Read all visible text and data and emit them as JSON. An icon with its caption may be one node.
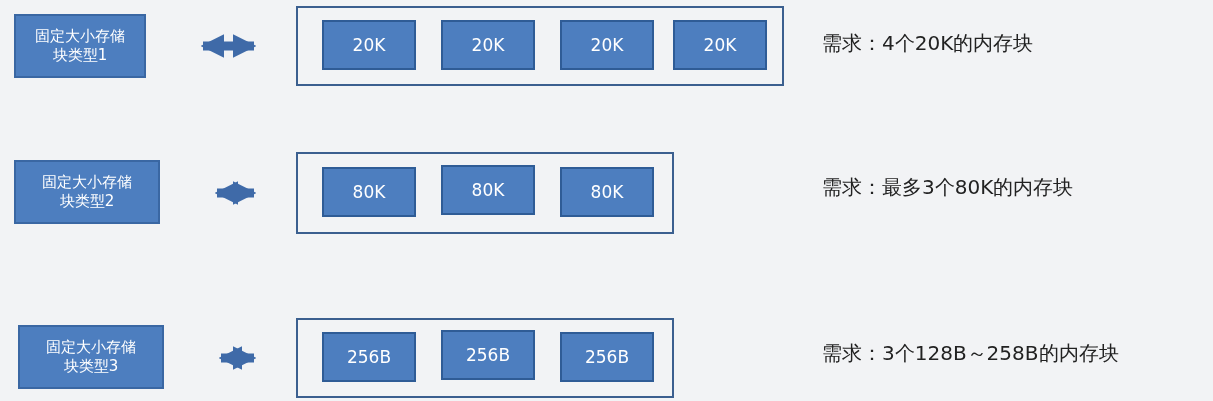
{
  "diagram": {
    "nodes": [
      {
        "text": [
          "固定大小存储块类型1"
        ]
      },
      {
        "text": [],
        "shape": "box"
      },
      {
        "text": [
          "20K"
        ],
        "in": 1
      },
      {
        "text": [
          "20K"
        ],
        "in": 1
      },
      {
        "text": [
          "20K"
        ],
        "in": 1
      },
      {
        "text": [
          "20K"
        ],
        "in": 1
      },
      {
        "text": [
          "固定大小存储块类型2"
        ]
      },
      {
        "text": [],
        "shape": "box"
      },
      {
        "text": [
          "80K"
        ],
        "in": 7
      },
      {
        "text": [
          "80K"
        ],
        "in": 7
      },
      {
        "text": [
          "80K"
        ],
        "in": 7
      },
      {
        "text": [
          "固定大小存储块类型3"
        ]
      },
      {
        "text": [],
        "shape": "box"
      },
      {
        "text": [
          "256B"
        ],
        "in": 12
      },
      {
        "text": [
          "256B"
        ],
        "in": 12
      },
      {
        "text": [
          "256B"
        ],
        "in": 12
      }
    ],
    "edges": [
      {
        "from": 0,
        "to": 1,
        "arrow": "both"
      },
      {
        "from": 6,
        "to": 7,
        "arrow": "both"
      },
      {
        "from": 11,
        "to": 12,
        "arrow": "both"
      }
    ],
    "labels": [
      "需求：4个20K的内存块",
      "需求：最多3个80K的内存块",
      "需求：3个128B～258B的内存块"
    ]
  }
}
